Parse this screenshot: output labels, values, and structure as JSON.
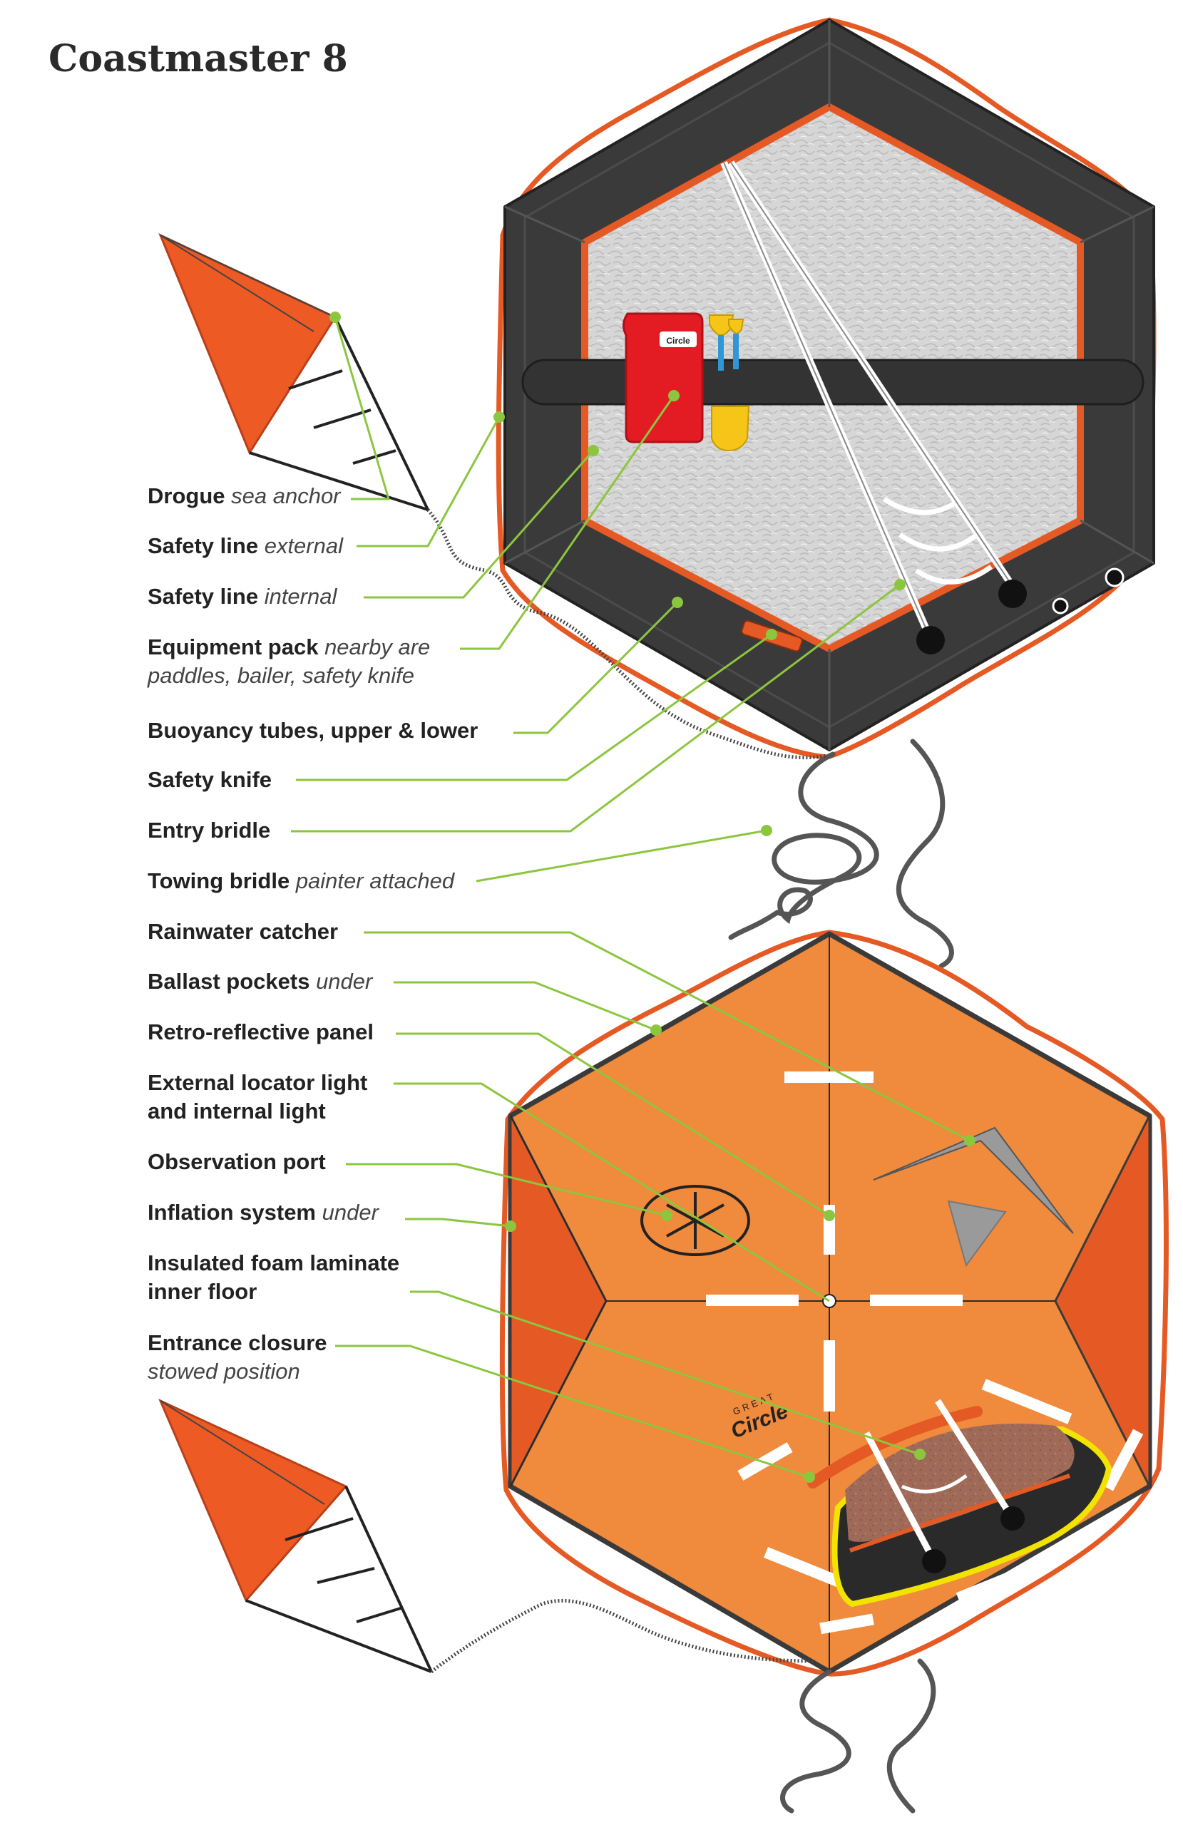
{
  "title": "Coastmaster 8",
  "brand": {
    "line1": "GREAT",
    "line2": "Circle"
  },
  "labels": [
    {
      "id": "drogue",
      "main": "Drogue",
      "sub": "sea anchor"
    },
    {
      "id": "safety-line-external",
      "main": "Safety line",
      "sub": "external"
    },
    {
      "id": "safety-line-internal",
      "main": "Safety line",
      "sub": "internal"
    },
    {
      "id": "equipment-pack",
      "main": "Equipment pack",
      "sub": "nearby are",
      "sub2": "paddles, bailer, safety knife"
    },
    {
      "id": "buoyancy-tubes",
      "main": "Buoyancy tubes, upper & lower",
      "sub": ""
    },
    {
      "id": "safety-knife",
      "main": "Safety knife",
      "sub": ""
    },
    {
      "id": "entry-bridle",
      "main": "Entry bridle",
      "sub": ""
    },
    {
      "id": "towing-bridle",
      "main": "Towing bridle",
      "sub": "painter attached"
    },
    {
      "id": "rainwater-catcher",
      "main": "Rainwater catcher",
      "sub": ""
    },
    {
      "id": "ballast-pockets",
      "main": "Ballast pockets",
      "sub": "under"
    },
    {
      "id": "retro-reflective-panel",
      "main": "Retro-reflective panel",
      "sub": ""
    },
    {
      "id": "locator-light",
      "main": "External locator light",
      "main2": "and internal light",
      "sub": ""
    },
    {
      "id": "observation-port",
      "main": "Observation port",
      "sub": ""
    },
    {
      "id": "inflation-system",
      "main": "Inflation system",
      "sub": "under"
    },
    {
      "id": "foam-floor",
      "main": "Insulated foam laminate",
      "main2": "inner floor",
      "sub": ""
    },
    {
      "id": "entrance-closure",
      "main": "Entrance closure",
      "sub": "",
      "sub2": "stowed position"
    }
  ],
  "colors": {
    "accent": "#8cc63f",
    "orange": "#f08a3c",
    "orange_dark": "#e55a24",
    "tube": "#3a3a3a",
    "floor": "#d9d9d9"
  }
}
